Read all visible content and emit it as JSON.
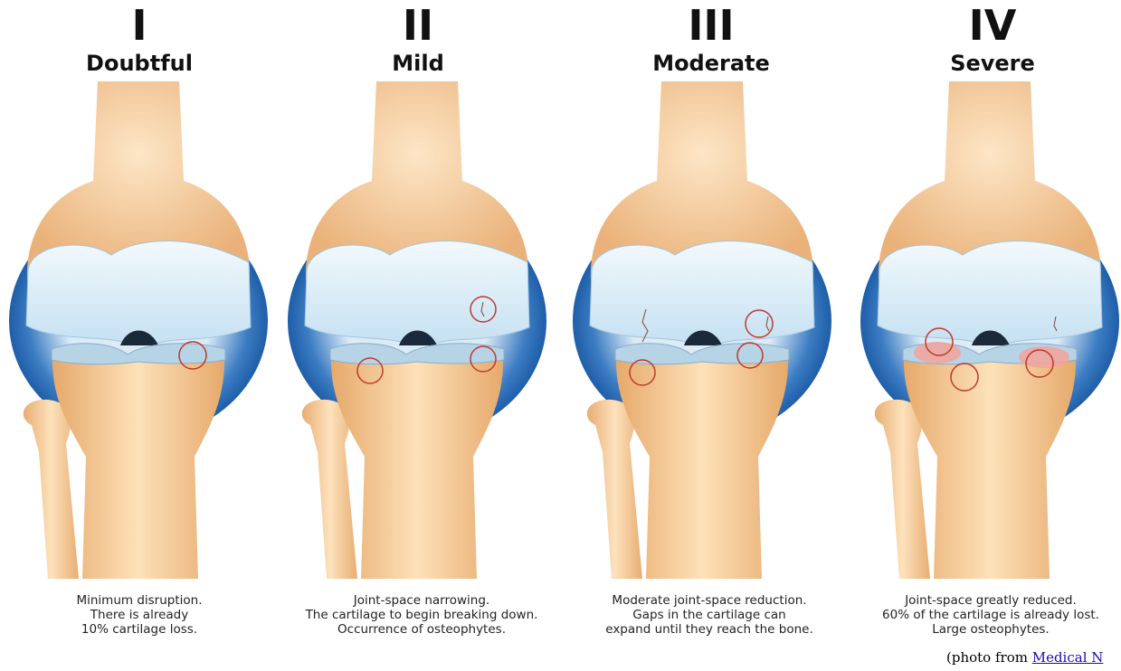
{
  "stages": [
    {
      "numeral": "I",
      "name": "Doubtful",
      "caption": [
        "Minimum disruption.",
        "There is already",
        "10% cartilage loss."
      ]
    },
    {
      "numeral": "II",
      "name": "Mild",
      "caption": [
        "Joint-space narrowing.",
        "The cartilage to begin breaking down.",
        "Occurrence of osteophytes."
      ]
    },
    {
      "numeral": "III",
      "name": "Moderate",
      "caption": [
        "Moderate joint-space reduction.",
        "Gaps in the cartilage can",
        "expand until they reach the bone."
      ]
    },
    {
      "numeral": "IV",
      "name": "Severe",
      "caption": [
        "Joint-space greatly reduced.",
        "60% of the cartilage is already lost.",
        "Large osteophytes."
      ]
    }
  ],
  "credit": {
    "prefix": "(photo from ",
    "link_text": "Medical N"
  },
  "colors": {
    "bone": "#f7c993",
    "bone_light": "#fde5c4",
    "bone_shadow": "#e2a66a",
    "cartilage": "#d6ebf7",
    "cartilage_edge": "#9fc6e0",
    "capsule": "#2f6fb7",
    "capsule_light": "#b9d8ef",
    "lesion_circle": "#c0392b",
    "inflamed": "#f3a39a"
  }
}
